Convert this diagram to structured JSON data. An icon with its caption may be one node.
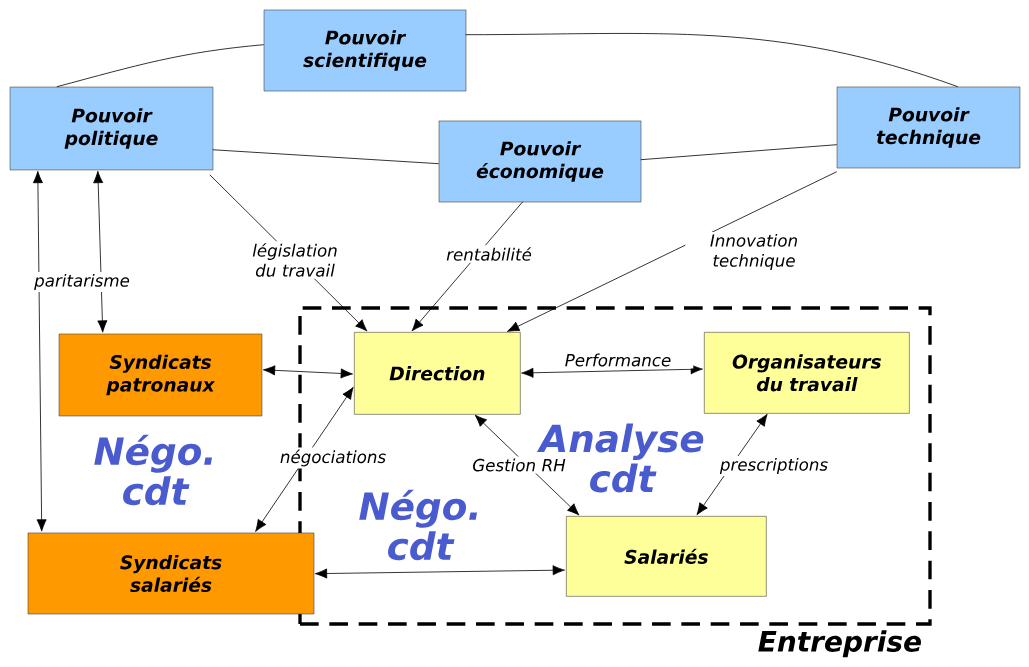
{
  "diagram": {
    "nodes": [
      {
        "text": [
          "Pouvoir scientifique"
        ]
      },
      {
        "text": [
          "Pouvoir politique"
        ]
      },
      {
        "text": [
          "Pouvoir économique"
        ]
      },
      {
        "text": [
          "Pouvoir technique"
        ]
      },
      {
        "text": [
          "Entreprise"
        ]
      },
      {
        "text": [
          "Syndicats patronaux"
        ]
      },
      {
        "text": [
          "Direction"
        ],
        "in": 4
      },
      {
        "text": [
          "Organisateurs du travail"
        ],
        "in": 4
      },
      {
        "text": [
          "Syndicats salariés"
        ]
      },
      {
        "text": [
          "Salariés"
        ],
        "in": 4
      }
    ],
    "edges": [
      {
        "from": 0,
        "to": 1,
        "arrow": "none"
      },
      {
        "from": 0,
        "to": 3,
        "arrow": "none"
      },
      {
        "from": 1,
        "to": 2,
        "arrow": "none"
      },
      {
        "from": 2,
        "to": 3,
        "arrow": "none"
      },
      {
        "from": 1,
        "to": 6,
        "arrow": "to",
        "label": "législation du travail"
      },
      {
        "from": 2,
        "to": 6,
        "arrow": "to",
        "label": "rentabilité"
      },
      {
        "from": 3,
        "to": 6,
        "arrow": "to",
        "label": "Innovation technique"
      },
      {
        "from": 1,
        "to": 8,
        "arrow": "both"
      },
      {
        "from": 1,
        "to": 5,
        "arrow": "both",
        "label": "paritarisme"
      },
      {
        "from": 5,
        "to": 6,
        "arrow": "both"
      },
      {
        "from": 8,
        "to": 6,
        "arrow": "both",
        "label": "négociations"
      },
      {
        "from": 6,
        "to": 7,
        "arrow": "both",
        "label": "Performance"
      },
      {
        "from": 6,
        "to": 9,
        "arrow": "both",
        "label": "Gestion RH"
      },
      {
        "from": 7,
        "to": 9,
        "arrow": "both",
        "label": "prescriptions"
      },
      {
        "from": 8,
        "to": 9,
        "arrow": "both"
      }
    ],
    "labels": [
      "Négo. cdt",
      "Analyse cdt",
      "Négo. cdt"
    ]
  }
}
